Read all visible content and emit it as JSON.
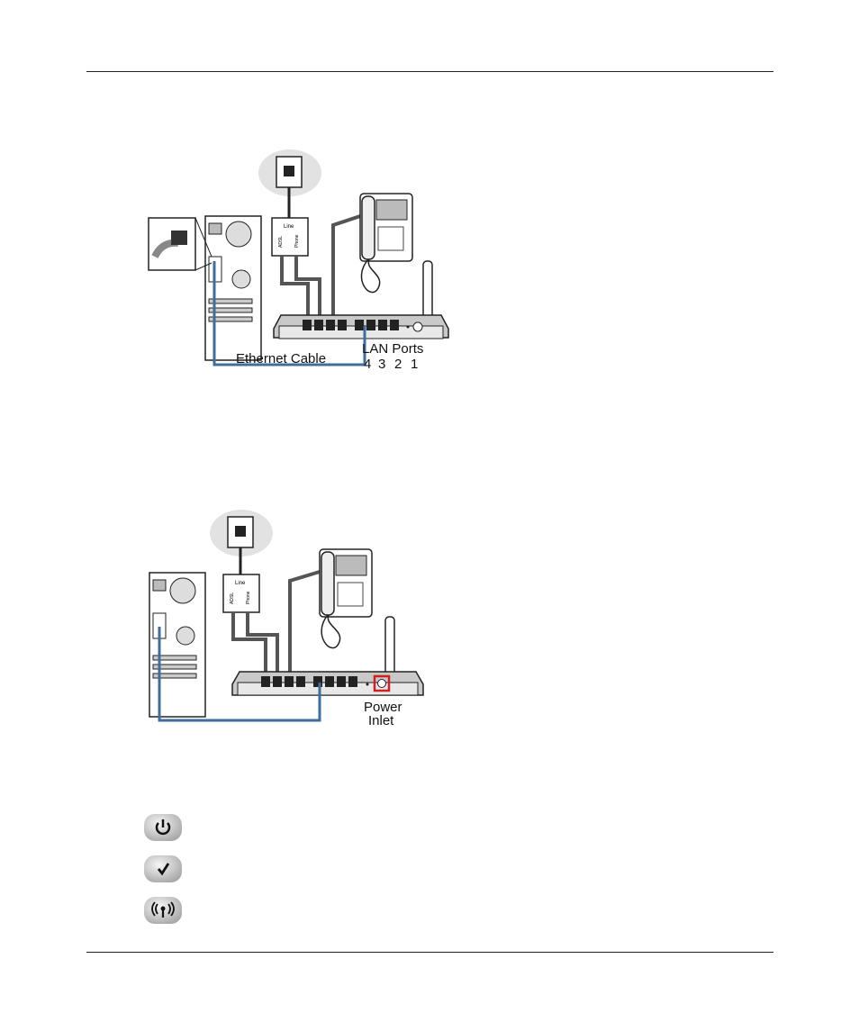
{
  "figure1": {
    "cable_label": "Ethernet Cable",
    "ports_label": "LAN Ports",
    "port_numbers": [
      "4",
      "3",
      "2",
      "1"
    ],
    "splitter_line": "Line",
    "splitter_adsl": "ADSL",
    "splitter_phone": "Phone"
  },
  "figure2": {
    "power_label_1": "Power",
    "power_label_2": "Inlet",
    "splitter_line": "Line",
    "splitter_adsl": "ADSL",
    "splitter_phone": "Phone"
  },
  "indicators": [
    {
      "icon": "power-icon"
    },
    {
      "icon": "test-check-icon"
    },
    {
      "icon": "wireless-icon"
    }
  ],
  "colors": {
    "cable_blue": "#3d6e9c",
    "power_highlight": "#d22020",
    "device_gray": "#c9c9c9",
    "line": "#222222"
  }
}
